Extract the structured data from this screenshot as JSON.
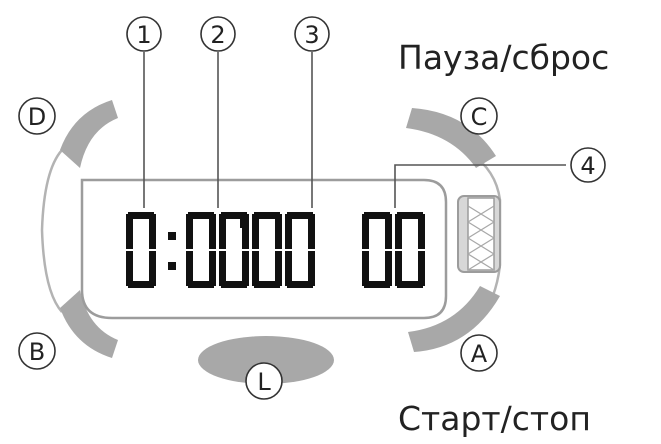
{
  "labels": {
    "pause_reset": "Пауза/сброс",
    "start_stop": "Старт/стоп"
  },
  "buttons": {
    "A": "A",
    "B": "B",
    "C": "C",
    "D": "D",
    "L": "L"
  },
  "callouts": [
    "1",
    "2",
    "3",
    "4"
  ],
  "display": {
    "digits": [
      "0",
      ":",
      "0",
      "0",
      "'",
      "0",
      "0",
      "0",
      "0"
    ]
  }
}
